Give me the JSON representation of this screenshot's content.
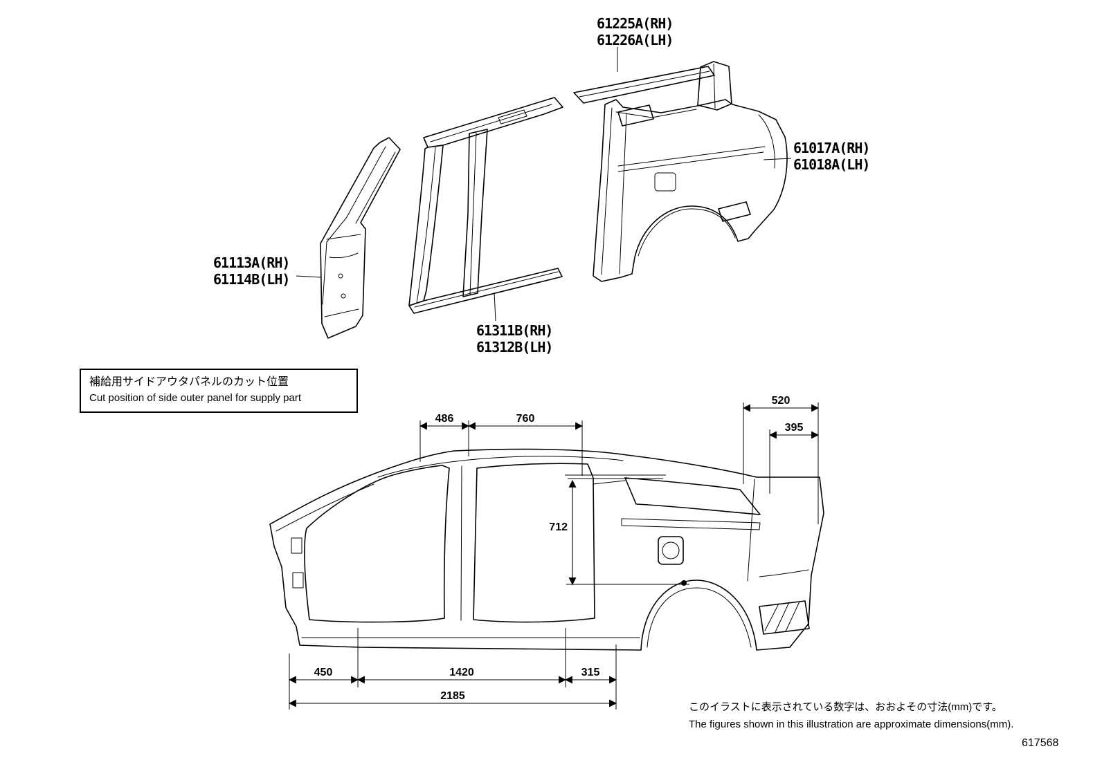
{
  "page": {
    "figure_number": "617568",
    "background_color": "#ffffff",
    "line_color": "#000000"
  },
  "part_labels": {
    "roof_side_outer_panel": {
      "rh": "61225A(RH)",
      "lh": "61226A(LH)"
    },
    "quarter_panel": {
      "rh": "61017A(RH)",
      "lh": "61018A(LH)"
    },
    "front_body_pillar": {
      "rh": "61113A(RH)",
      "lh": "61114B(LH)"
    },
    "rocker_outer_panel": {
      "rh": "61311B(RH)",
      "lh": "61312B(LH)"
    }
  },
  "note_box": {
    "ja": "補給用サイドアウタパネルのカット位置",
    "en": "Cut position of side outer panel for supply part"
  },
  "dimensions": {
    "roof_front": "486",
    "roof_rear": "760",
    "quarter_top": "520",
    "quarter_upper": "395",
    "quarter_height": "712",
    "front_lower": "450",
    "center_lower": "1420",
    "rear_lower": "315",
    "overall_lower": "2185"
  },
  "footer": {
    "note_ja": "このイラストに表示されている数字は、おおよその寸法(mm)です。",
    "note_en": "The figures shown in this illustration are approximate dimensions(mm)."
  }
}
